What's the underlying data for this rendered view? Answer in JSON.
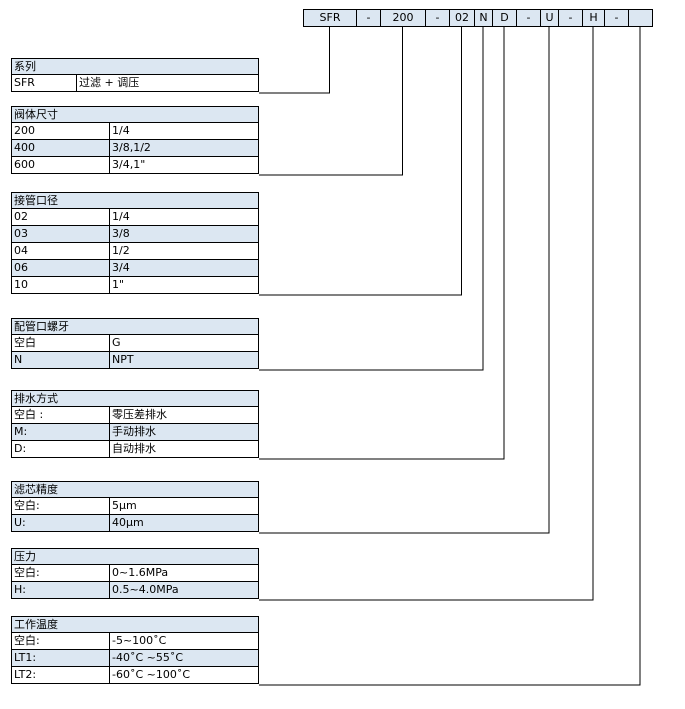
{
  "code_segments": [
    "SFR",
    "-",
    "200",
    "-",
    "02",
    "N",
    "D",
    "-",
    "U",
    "-",
    "H",
    "-",
    ""
  ],
  "tables": [
    {
      "title": "系列",
      "rows": [
        {
          "key": "SFR",
          "value": "过滤 + 调压",
          "shaded": false
        }
      ]
    },
    {
      "title": "阀体尺寸",
      "rows": [
        {
          "key": "200",
          "value": "1/4",
          "shaded": false
        },
        {
          "key": "400",
          "value": "3/8,1/2",
          "shaded": true
        },
        {
          "key": "600",
          "value": "3/4,1\"",
          "shaded": false
        }
      ]
    },
    {
      "title": "接管口径",
      "rows": [
        {
          "key": "02",
          "value": "1/4",
          "shaded": false
        },
        {
          "key": "03",
          "value": "3/8",
          "shaded": true
        },
        {
          "key": "04",
          "value": "1/2",
          "shaded": false
        },
        {
          "key": "06",
          "value": "3/4",
          "shaded": true
        },
        {
          "key": "10",
          "value": "1\"",
          "shaded": false
        }
      ]
    },
    {
      "title": "配管口螺牙",
      "rows": [
        {
          "key": "空白",
          "value": "G",
          "shaded": false
        },
        {
          "key": "N",
          "value": "NPT",
          "shaded": true
        }
      ]
    },
    {
      "title": "排水方式",
      "rows": [
        {
          "key": "空白 :",
          "value": "零压差排水",
          "shaded": false
        },
        {
          "key": "M:",
          "value": "手动排水",
          "shaded": true
        },
        {
          "key": "D:",
          "value": "自动排水",
          "shaded": false
        }
      ]
    },
    {
      "title": "滤芯精度",
      "rows": [
        {
          "key": "空白:",
          "value": "5μm",
          "shaded": false
        },
        {
          "key": "U:",
          "value": "40μm",
          "shaded": true
        }
      ]
    },
    {
      "title": "压力",
      "rows": [
        {
          "key": "空白:",
          "value": "0~1.6MPa",
          "shaded": false
        },
        {
          "key": "H:",
          "value": "0.5~4.0MPa",
          "shaded": true
        }
      ]
    },
    {
      "title": "工作温度",
      "rows": [
        {
          "key": "空白:",
          "value": "-5~100˚C",
          "shaded": false
        },
        {
          "key": "LT1:",
          "value": "-40˚C ~55˚C",
          "shaded": true
        },
        {
          "key": "LT2:",
          "value": "-60˚C ~100˚C",
          "shaded": false
        }
      ]
    }
  ],
  "colors": {
    "fill": "#dce7f2",
    "line": "#000000"
  }
}
